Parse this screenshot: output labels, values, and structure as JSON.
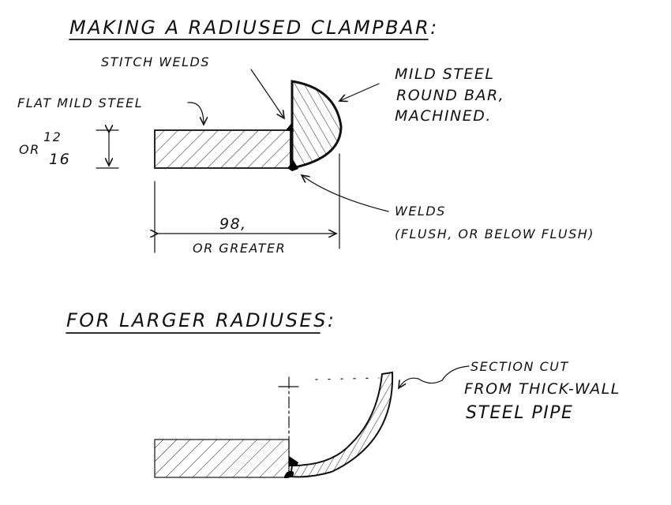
{
  "diagram": {
    "section1": {
      "title": "MAKING A RADIUSED CLAMPBAR:",
      "labels": {
        "stitch_welds": "STITCH WELDS",
        "flat_mild_steel": "FLAT MILD STEEL",
        "round_bar_line1": "MILD STEEL",
        "round_bar_line2": "ROUND BAR,",
        "round_bar_line3": "MACHINED.",
        "thickness_prefix": "OR",
        "thickness_a": "12",
        "thickness_b": "16",
        "dimension_value": "98,",
        "dimension_note": "OR GREATER",
        "welds_line1": "WELDS",
        "welds_line2": "(FLUSH, OR BELOW FLUSH)"
      }
    },
    "section2": {
      "title": "FOR LARGER RADIUSES:",
      "labels": {
        "pipe_line1": "SECTION CUT",
        "pipe_line2": "FROM THICK-WALL",
        "pipe_line3": "STEEL PIPE"
      }
    },
    "colors": {
      "ink": "#111111",
      "paper": "#ffffff"
    }
  }
}
